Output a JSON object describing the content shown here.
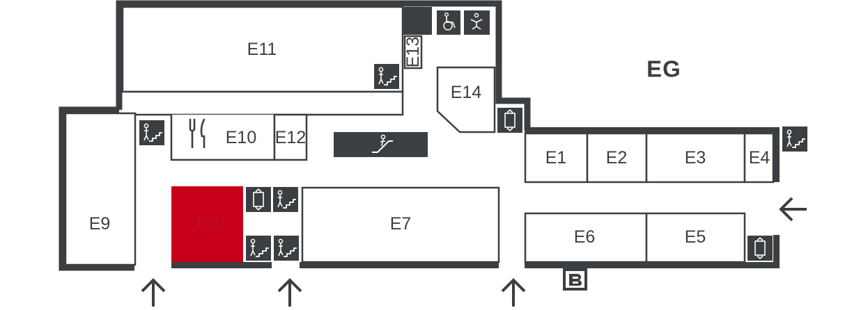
{
  "floor": {
    "label": "EG"
  },
  "rooms": {
    "E1": "E1",
    "E2": "E2",
    "E3": "E3",
    "E4": "E4",
    "E5": "E5",
    "E6": "E6",
    "E7": "E7",
    "E8": "E8",
    "E9": "E9",
    "E10": "E10",
    "E11": "E11",
    "E12": "E12",
    "E13": "E13",
    "E14": "E14"
  },
  "selected_room": "E8",
  "colors": {
    "wall": "#3b3f41",
    "selected": "#c9001b",
    "floor": "#ffffff"
  },
  "icons": [
    "stairs-icon",
    "elevator-icon",
    "escalator-icon",
    "restaurant-icon",
    "accessible-toilet-icon",
    "baby-changing-icon",
    "atm-icon",
    "entrance-arrow-icon"
  ]
}
